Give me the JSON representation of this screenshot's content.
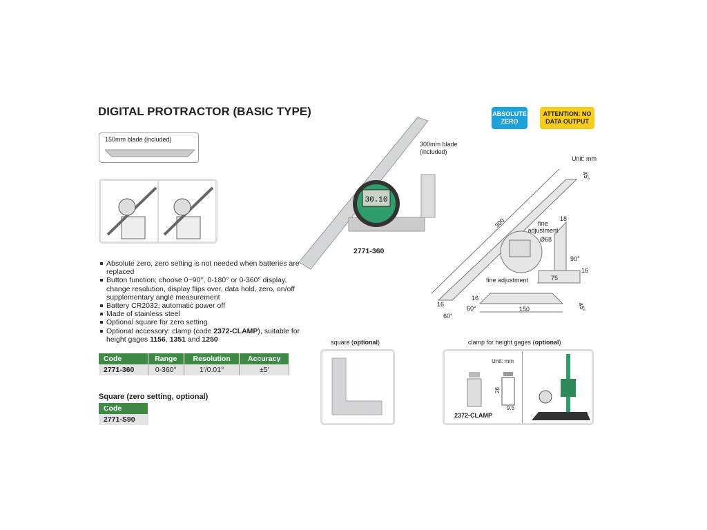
{
  "title": "DIGITAL PROTRACTOR (BASIC TYPE)",
  "badges": {
    "absolute_zero": "ABSOLUTE ZERO",
    "attention": "ATTENTION: NO DATA OUTPUT"
  },
  "blade_150": "150mm blade (included)",
  "blade_300": "300mm blade (included)",
  "product_code_label": "2771-360",
  "features": [
    "Absolute zero, zero setting is not needed when batteries are replaced",
    "Button function: choose 0~90°, 0-180° or 0-360° display, change resolution, display flips over, data hold, zero, on/off supplementary angle measurement",
    "Battery CR2032, automatic power off",
    "Made of stainless steel",
    "Optional square for zero setting"
  ],
  "feature_clamp": {
    "pre": "Optional accessory: clamp (code ",
    "code": "2372-CLAMP",
    "mid": "), suitable for height gages ",
    "g1": "1156",
    "sep1": ", ",
    "g2": "1351",
    "sep2": " and ",
    "g3": "1250"
  },
  "spec_table": {
    "headers": [
      "Code",
      "Range",
      "Resolution",
      "Accuracy"
    ],
    "row": [
      "2771-360",
      "0-360°",
      "1'/0.01°",
      "±5'"
    ]
  },
  "square_section": {
    "title": "Square (zero setting, optional)",
    "header": "Code",
    "code": "2771-S90"
  },
  "square_caption": {
    "pre": "square (",
    "bold": "optional",
    "post": ")"
  },
  "clamp_caption": {
    "pre": "clamp for height gages (",
    "bold": "optional",
    "post": ")"
  },
  "clamp_panel": {
    "unit": "Unit: mm",
    "code": "2372-CLAMP",
    "dim_h": "26",
    "dim_w": "9.5"
  },
  "drawing": {
    "unit": "Unit: mm",
    "len_300": "300",
    "fine1": "fine adjustment",
    "fine2": "fine adjustment",
    "dia": "Ø68",
    "d18": "18",
    "d90": "90°",
    "d16": "16",
    "d75": "75",
    "d45a": "45°",
    "d16b": "16",
    "d60": "60°",
    "d16c": "16",
    "d60b": "60°",
    "d150": "150",
    "d45b": "45°"
  },
  "display_reading": "30.10"
}
